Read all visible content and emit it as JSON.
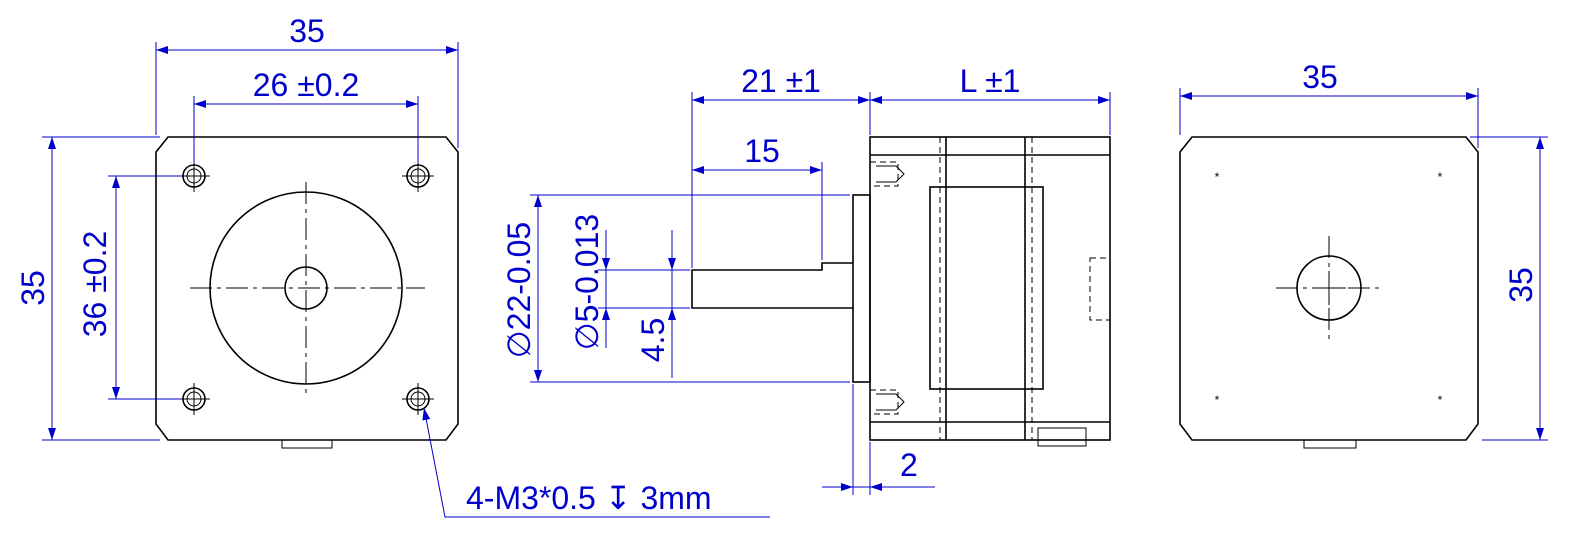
{
  "colors": {
    "dimension": "#0000cc",
    "geometry": "#000000"
  },
  "front_view": {
    "width_dim": "35",
    "hole_spacing_dim": "26 ±0.2",
    "height_dim": "35",
    "boss_dim": "36 ±0.2",
    "hole_callout": "4-M3*0.5 ↧ 3mm"
  },
  "side_view": {
    "shaft_length_dim": "21 ±1",
    "body_length_dim": "L ±1",
    "flat_length_dim": "15",
    "pilot_dia_dim": "∅22-0.05",
    "shaft_dia_dim": "∅5-0.013",
    "flat_dim": "4.5",
    "pilot_height_dim": "2"
  },
  "rear_view": {
    "width_dim": "35",
    "height_dim": "35"
  }
}
